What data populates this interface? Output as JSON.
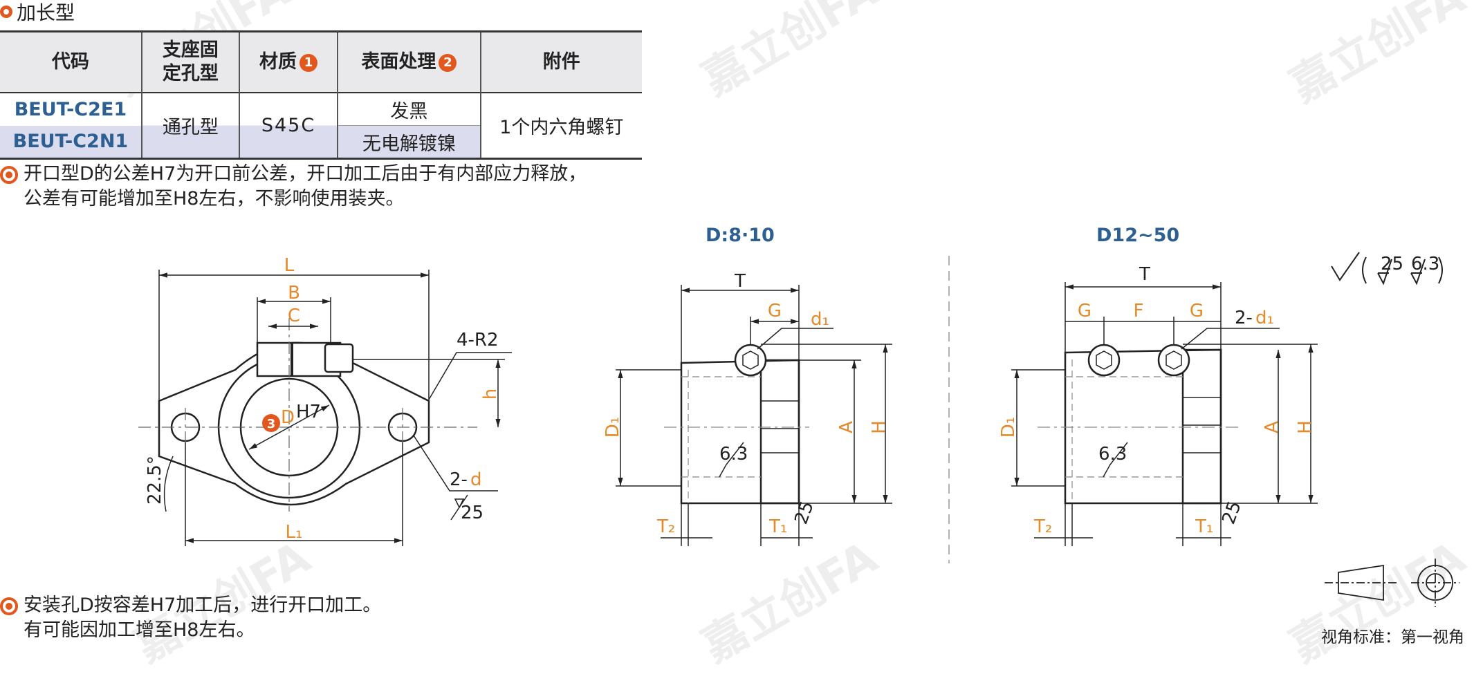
{
  "title": "加长型",
  "table": {
    "headers": [
      "代码",
      "支座固\n定孔型",
      "材质",
      "表面处理",
      "附件"
    ],
    "material_badge": "1",
    "surface_badge": "2",
    "rows": [
      {
        "code": "BEUT-C2E1",
        "surface": "发黑"
      },
      {
        "code": "BEUT-C2N1",
        "surface": "无电解镀镍"
      }
    ],
    "hole_type": "通孔型",
    "material": "S45C",
    "accessory": "1个内六角螺钉"
  },
  "note_top": {
    "line1": "开口型D的公差H7为开口前公差，开口加工后由于有内部应力释放，",
    "line2": "公差有可能增加至H8左右，不影响使用装夹。"
  },
  "note_bottom": {
    "line1": "安装孔D按容差H7加工后，进行开口加工。",
    "line2": "有可能因加工增至H8左右。"
  },
  "views": {
    "left_title": "D:8·10",
    "right_title": "D12~50"
  },
  "drawing_labels": {
    "L": "L",
    "B": "B",
    "C": "C",
    "R": "4-R2",
    "h": "h",
    "D": "D",
    "H7": "H7",
    "d_prefix": "2-",
    "d": "d",
    "angle": "22.5°",
    "L1": "L₁",
    "badge3": "3",
    "T": "T",
    "G": "G",
    "F": "F",
    "d1": "d₁",
    "d1_two": "2-",
    "D1": "D₁",
    "A": "A",
    "H": "H",
    "T1": "T₁",
    "T2": "T₂",
    "r25": "25",
    "r63": "6.3"
  },
  "surface_symbol": {
    "r1": "25",
    "r2": "6.3"
  },
  "view_standard": "视角标准：第一视角",
  "watermark": "嘉立创FA"
}
